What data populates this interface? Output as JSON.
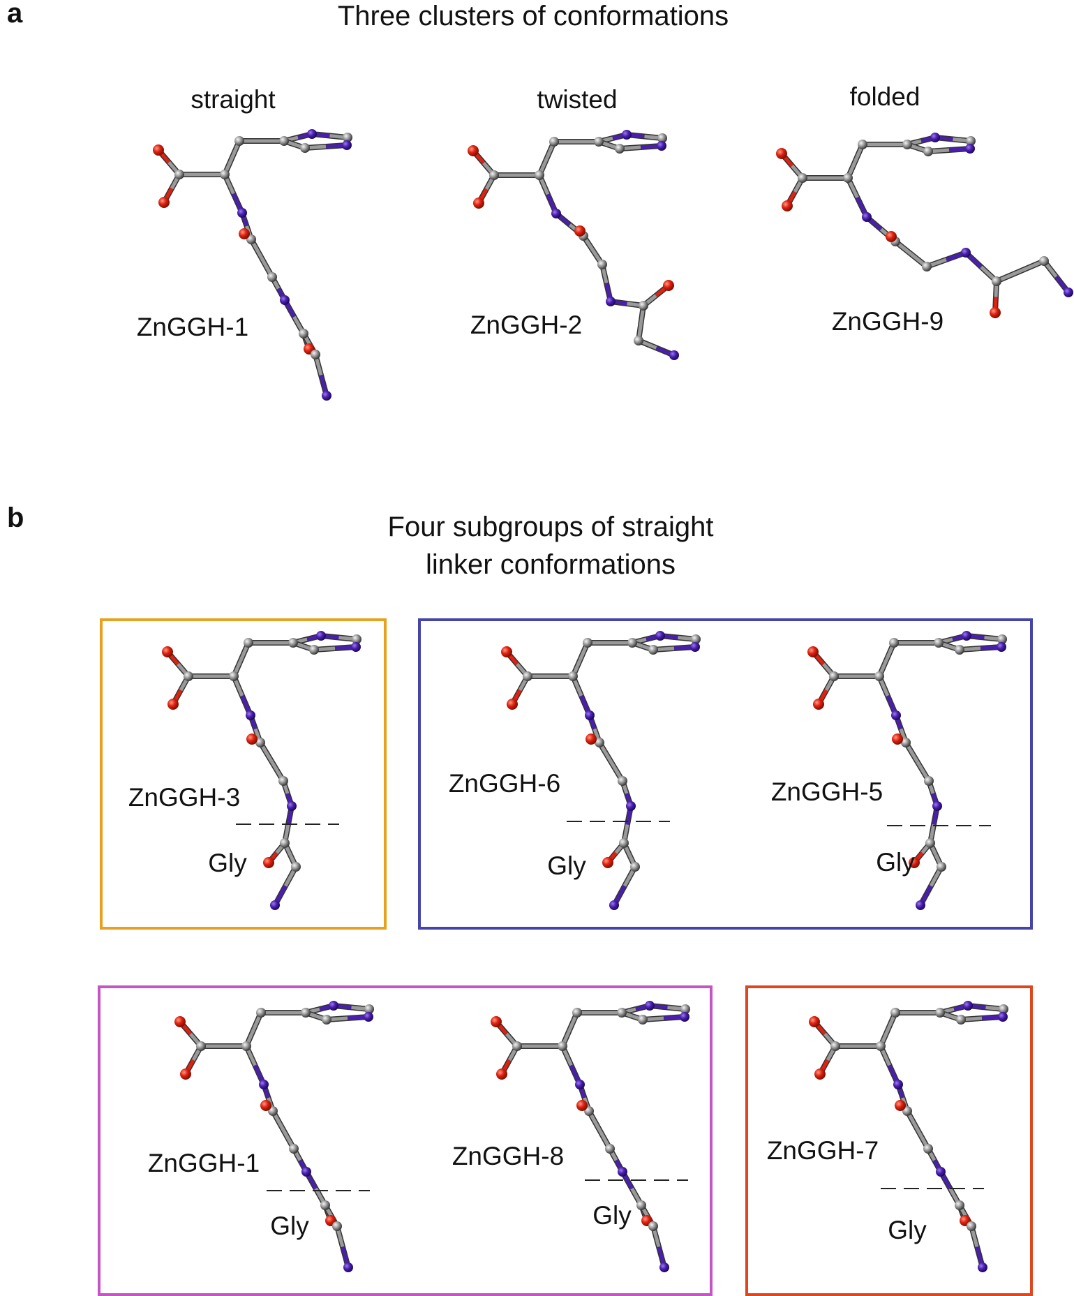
{
  "panel_a": {
    "letter": "a",
    "title": "Three clusters of conformations",
    "clusters": [
      {
        "label": "straight",
        "structure": "ZnGGH-1"
      },
      {
        "label": "twisted",
        "structure": "ZnGGH-2"
      },
      {
        "label": "folded",
        "structure": "ZnGGH-9"
      }
    ]
  },
  "panel_b": {
    "letter": "b",
    "title_line1": "Four subgroups of straight",
    "title_line2": "linker conformations",
    "gly_label": "Gly",
    "groups": [
      {
        "color": "#E8A020",
        "structures": [
          "ZnGGH-3"
        ]
      },
      {
        "color": "#4444AA",
        "structures": [
          "ZnGGH-6",
          "ZnGGH-5"
        ]
      },
      {
        "color": "#C455C4",
        "structures": [
          "ZnGGH-1",
          "ZnGGH-8"
        ]
      },
      {
        "color": "#E0461E",
        "structures": [
          "ZnGGH-7"
        ]
      }
    ]
  },
  "atom_colors": {
    "carbon": "#9a9a9a",
    "nitrogen": "#4a1fb0",
    "oxygen": "#e02010"
  }
}
